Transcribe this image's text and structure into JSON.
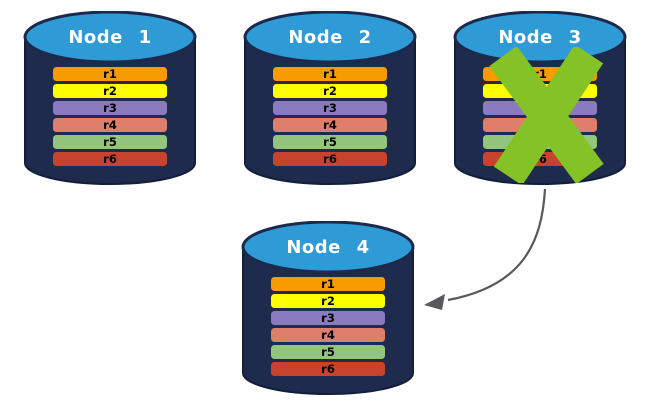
{
  "nodes": [
    {
      "title": "Node 1",
      "status": "active",
      "replicas": [
        {
          "label": "r1",
          "color": "#F89B00"
        },
        {
          "label": "r2",
          "color": "#FFFF00"
        },
        {
          "label": "r3",
          "color": "#8A7BC0"
        },
        {
          "label": "r4",
          "color": "#DE7F6C"
        },
        {
          "label": "r5",
          "color": "#93C57E"
        },
        {
          "label": "r6",
          "color": "#C8432E"
        }
      ]
    },
    {
      "title": "Node 2",
      "status": "active",
      "replicas": [
        {
          "label": "r1",
          "color": "#F89B00"
        },
        {
          "label": "r2",
          "color": "#FFFF00"
        },
        {
          "label": "r3",
          "color": "#8A7BC0"
        },
        {
          "label": "r4",
          "color": "#DE7F6C"
        },
        {
          "label": "r5",
          "color": "#93C57E"
        },
        {
          "label": "r6",
          "color": "#C8432E"
        }
      ]
    },
    {
      "title": "Node 3",
      "status": "failed",
      "replicas": [
        {
          "label": "r1",
          "color": "#F89B00"
        },
        {
          "label": "r2",
          "color": "#FFFF00"
        },
        {
          "label": "r3",
          "color": "#8A7BC0"
        },
        {
          "label": "r4",
          "color": "#DE7F6C"
        },
        {
          "label": "r5",
          "color": "#93C57E"
        },
        {
          "label": "r6",
          "color": "#C8432E"
        }
      ]
    },
    {
      "title": "Node 4",
      "status": "active",
      "replicas": [
        {
          "label": "r1",
          "color": "#F89B00"
        },
        {
          "label": "r2",
          "color": "#FFFF00"
        },
        {
          "label": "r3",
          "color": "#8A7BC0"
        },
        {
          "label": "r4",
          "color": "#DE7F6C"
        },
        {
          "label": "r5",
          "color": "#93C57E"
        },
        {
          "label": "r6",
          "color": "#C8432E"
        }
      ]
    }
  ],
  "failed_node_marker": {
    "symbol": "X",
    "color": "#84C225",
    "on": "Node 3"
  },
  "arrow": {
    "from": "Node 3",
    "to": "Node 4",
    "color": "#58595B"
  },
  "colors": {
    "background": "#FFFFFF",
    "cylinder_body": "#1F2B4D",
    "cylinder_outline": "#131E3A",
    "cylinder_top": "#2F9BD6"
  }
}
